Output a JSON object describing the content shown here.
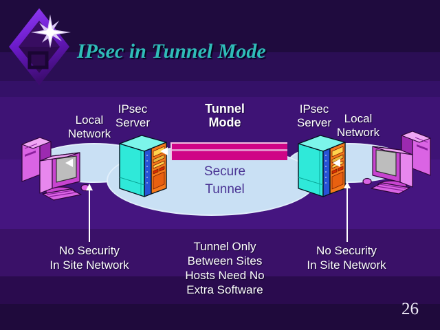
{
  "header": {
    "title": "IPsec in Tunnel Mode"
  },
  "diagram": {
    "left_network_label": "Local\nNetwork",
    "left_server_label": "IPsec\nServer",
    "tunnel_mode_label": "Tunnel\nMode",
    "right_server_label": "IPsec\nServer",
    "right_network_label": "Local\nNetwork",
    "secure_tunnel_label": "Secure\nTunnel",
    "left_note": "No Security\nIn Site Network",
    "center_note": "Tunnel Only\nBetween Sites\nHosts Need No\nExtra Software",
    "right_note": "No Security\nIn Site Network"
  },
  "footer": {
    "page_number": "26"
  },
  "icons": {
    "logo": "diamond-star-logo",
    "left_computer": "computer-icon",
    "right_computer": "computer-icon",
    "left_server": "server-icon",
    "right_server": "server-icon",
    "up_arrows": "arrow-up-icon",
    "flow_arrowheads": "arrowhead-left-icon"
  },
  "colors": {
    "title_teal": "#2FBDB8",
    "tunnel_pink": "#CF0486",
    "ellipse_blue": "#C9E0F4",
    "server_teal": "#2FE9D9",
    "server_orange": "#F5791B",
    "computer_magenta": "#C844D0",
    "background_purple": "#451580",
    "secure_tunnel_text": "#4A3494"
  }
}
